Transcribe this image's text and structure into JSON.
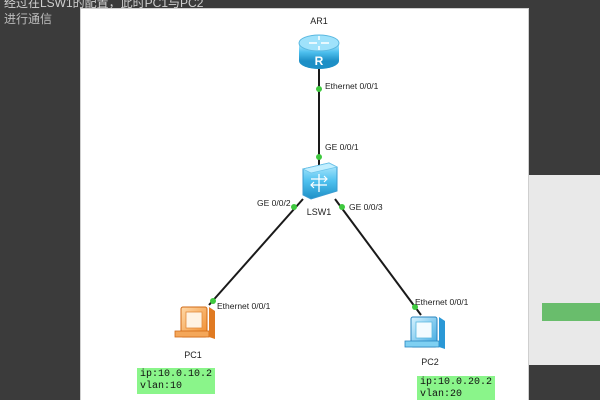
{
  "header": {
    "caption_line1": "经过在LSW1的配置，此时PC1与PC2",
    "caption_line2": "进行通信"
  },
  "devices": {
    "router": {
      "label": "AR1",
      "glyph": "R"
    },
    "switch": {
      "label": "LSW1"
    },
    "pc1": {
      "label": "PC1"
    },
    "pc2": {
      "label": "PC2"
    }
  },
  "ports": {
    "ar1_port": "Ethernet 0/0/1",
    "lsw1_up": "GE 0/0/1",
    "lsw1_left": "GE 0/0/2",
    "lsw1_right": "GE 0/0/3",
    "pc1_port": "Ethernet 0/0/1",
    "pc2_port": "Ethernet 0/0/1"
  },
  "notes": {
    "pc1": {
      "ip": "ip:10.0.10.2",
      "vlan": "vlan:10"
    },
    "pc2": {
      "ip": "ip:10.0.20.2",
      "vlan": "vlan:20"
    }
  },
  "colors": {
    "link": "#1a1a1a",
    "port_dot": "#3fc93f",
    "note_bg": "#8af58a",
    "device_blue": "#4fc1ef"
  }
}
